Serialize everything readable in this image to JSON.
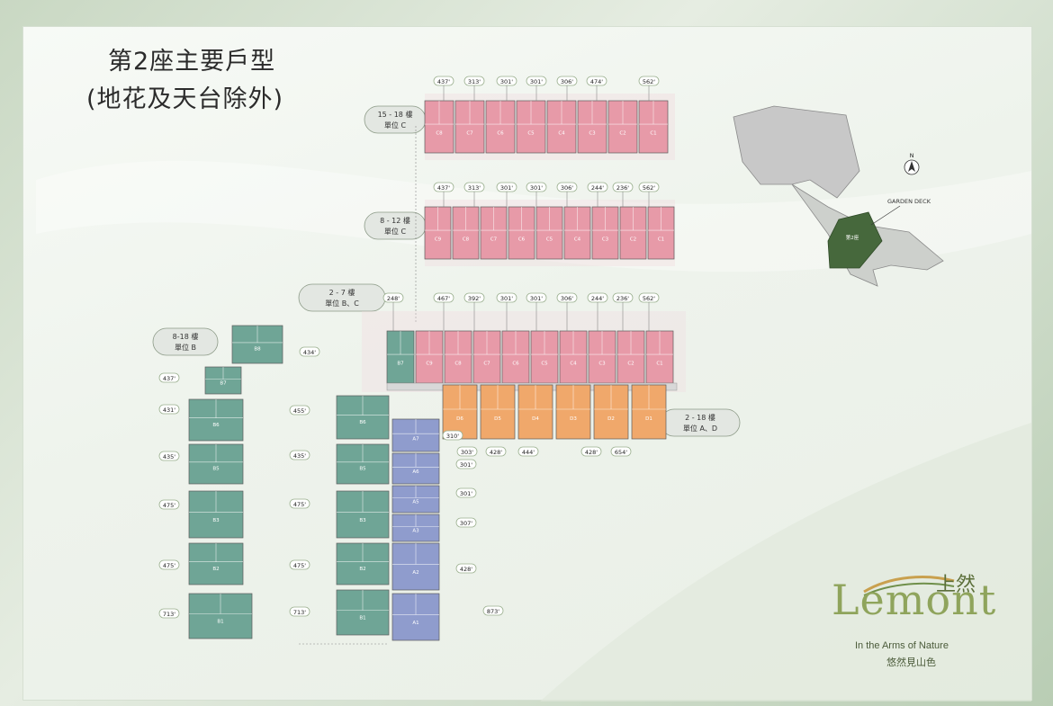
{
  "title": "第2座主要戶型",
  "subtitle": "(地花及天台除外)",
  "colors": {
    "c_units": "#e79aa8",
    "b_units": "#6fa596",
    "a_units": "#8f9ccd",
    "d_units": "#f0a86b",
    "tag_bg": "#e3e7e2",
    "site_block": "#46683c"
  },
  "site_map": {
    "north": "N",
    "garden_label": "GARDEN DECK",
    "block_label": "第2座"
  },
  "tags": [
    {
      "floors": "15 - 18 樓",
      "units": "單位 C"
    },
    {
      "floors": "8 - 12 樓",
      "units": "單位 C"
    },
    {
      "floors": "2 - 7 樓",
      "units": "單位 B、C"
    },
    {
      "floors": "8-18 樓",
      "units": "單位 B"
    },
    {
      "floors": "2 - 18 樓",
      "units": "單位 A、D"
    }
  ],
  "row_15_18": {
    "sizes": [
      "437'",
      "313'",
      "301'",
      "301'",
      "306'",
      "474'",
      "562'"
    ],
    "units": [
      "C8",
      "C7",
      "C6",
      "C5",
      "C4",
      "C3",
      "C2",
      "C1"
    ]
  },
  "row_8_12": {
    "sizes": [
      "437'",
      "313'",
      "301'",
      "301'",
      "306'",
      "244'",
      "236'",
      "562'"
    ],
    "units": [
      "C9",
      "C8",
      "C7",
      "C6",
      "C5",
      "C4",
      "C3",
      "C2",
      "C1"
    ]
  },
  "row_2_7": {
    "sizes": [
      "248'",
      "467'",
      "392'",
      "301'",
      "301'",
      "306'",
      "244'",
      "236'",
      "562'"
    ],
    "units": [
      "B7",
      "C9",
      "C8",
      "C7",
      "C6",
      "C5",
      "C4",
      "C3",
      "C2",
      "C1"
    ]
  },
  "d_row": {
    "units": [
      "D6",
      "D5",
      "D4",
      "D3",
      "D2",
      "D1"
    ],
    "bottom_sizes": [
      "310'",
      "303'",
      "428'",
      "444'",
      "428'",
      "654'"
    ]
  },
  "b_col_left": {
    "units": [
      "B8",
      "B7",
      "B6",
      "B5",
      "B3",
      "B2",
      "B1"
    ],
    "sizes": [
      "434'",
      "437'",
      "431'",
      "435'",
      "475'",
      "475'",
      "713'"
    ]
  },
  "b_col_mid": {
    "units": [
      "B6",
      "B5",
      "B3",
      "B2",
      "B1"
    ],
    "sizes": [
      "455'",
      "435'",
      "475'",
      "475'",
      "713'"
    ]
  },
  "a_col": {
    "units": [
      "A7",
      "A6",
      "A5",
      "A3",
      "A2",
      "A1"
    ],
    "sizes": [
      "301'",
      "301'",
      "307'",
      "428'",
      "873'"
    ]
  },
  "logo": {
    "name": "Lemont",
    "chinese": "上然",
    "tagline": "In the Arms of Nature",
    "tagline_cn": "悠然見山色"
  }
}
